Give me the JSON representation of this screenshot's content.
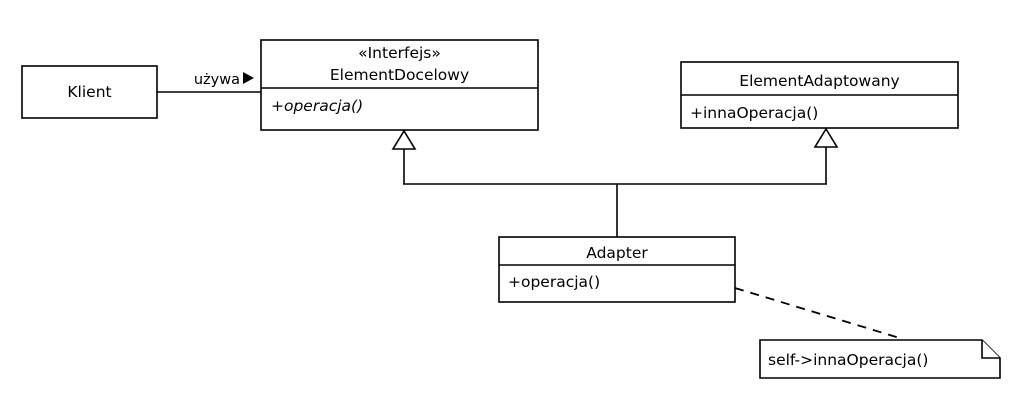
{
  "diagram": {
    "title": "Adapter pattern UML class diagram",
    "language": "pl",
    "background_color": "#ffffff",
    "line_color": "#000000"
  },
  "classes": {
    "klient": {
      "name": "Klient",
      "stereotype": "",
      "members": []
    },
    "element_docelowy": {
      "stereotype": "«Interfejs»",
      "name": "ElementDocelowy",
      "member_1": "+operacja()",
      "member_1_italic": true
    },
    "element_adaptowany": {
      "name": "ElementAdaptowany",
      "member_1": "+innaOperacja()",
      "member_1_italic": false
    },
    "adapter": {
      "name": "Adapter",
      "member_1": "+operacja()",
      "member_1_italic": false
    }
  },
  "associations": {
    "klient_uses_target": {
      "label": "używa",
      "arrow_glyph": "▶",
      "kind": "association-directed"
    }
  },
  "generalizations": [
    {
      "from": "Adapter",
      "to": "ElementDocelowy",
      "kind": "realization-generalization",
      "arrowhead": "hollow-triangle"
    },
    {
      "from": "Adapter",
      "to": "ElementAdaptowany",
      "kind": "generalization",
      "arrowhead": "hollow-triangle"
    }
  ],
  "note": {
    "text": "self->innaOperacja()",
    "attached_to": "Adapter",
    "link_style": "dashed",
    "fold_corner": "top-right"
  }
}
